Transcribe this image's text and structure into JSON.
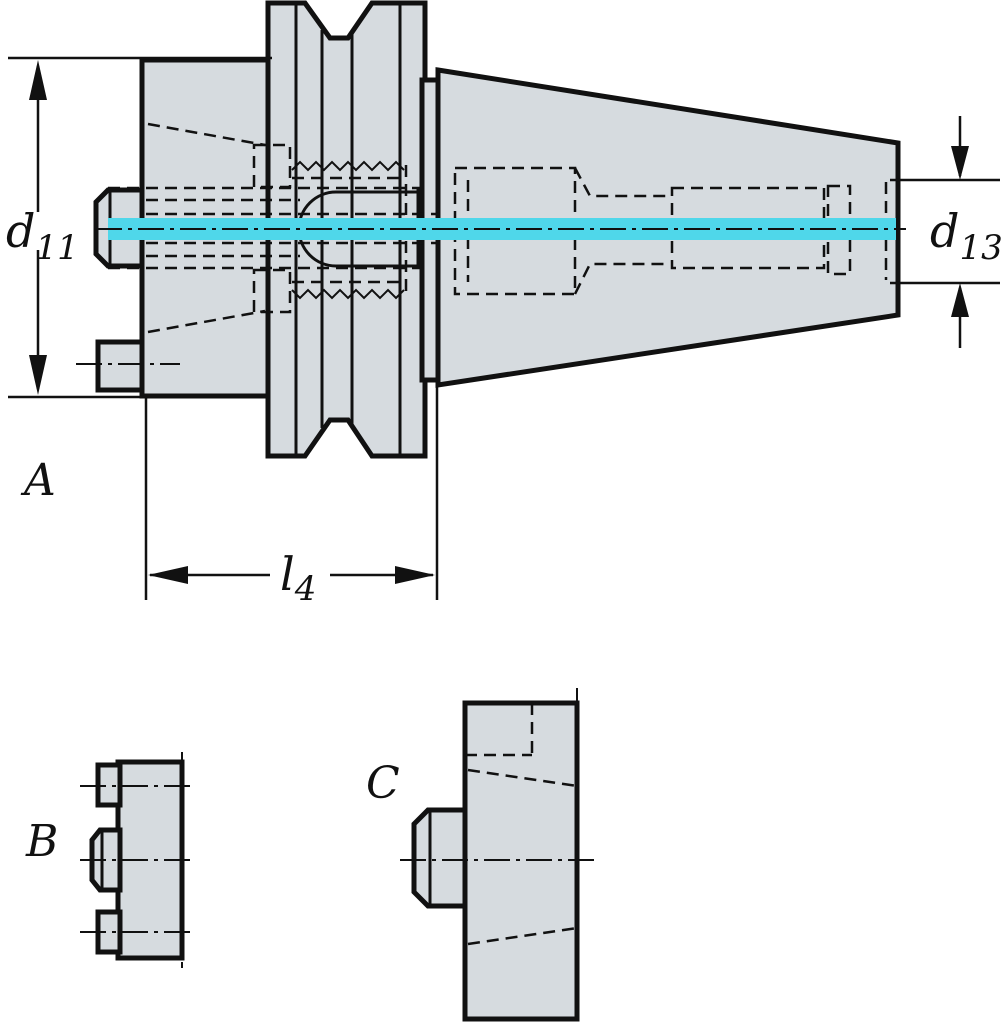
{
  "labels": {
    "d11": {
      "main": "d",
      "sub": "11"
    },
    "d13": {
      "main": "d",
      "sub": "13"
    },
    "l4": {
      "main": "l",
      "sub": "4"
    },
    "view_a": "A",
    "view_b": "B",
    "view_c": "C"
  },
  "colors": {
    "body_fill": "#d6dbdf",
    "coolant_channel": "#4fd7ea",
    "outline": "#111111"
  }
}
